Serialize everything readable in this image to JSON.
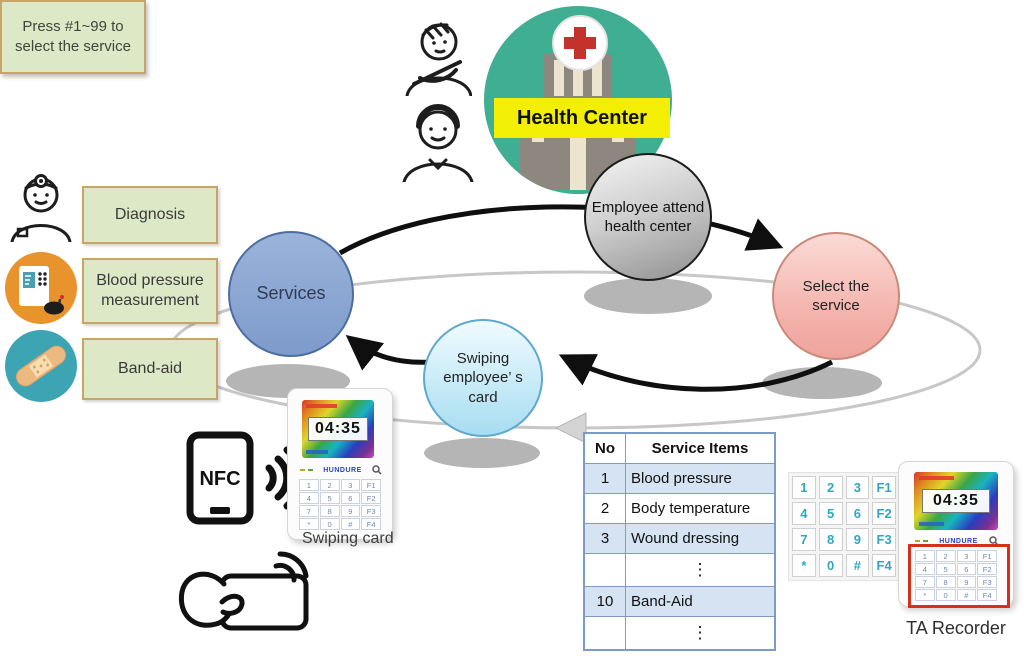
{
  "health_center": {
    "label": "Health Center"
  },
  "nodes": {
    "services": "Services",
    "employee": "Employee attend health center",
    "select": "Select the service",
    "swiping": "Swiping employee’ s card"
  },
  "service_boxes": [
    {
      "label": "Diagnosis"
    },
    {
      "label": "Blood pressure measurement"
    },
    {
      "label": "Band-aid"
    }
  ],
  "note": {
    "text": "Press #1~99 to select the service"
  },
  "table": {
    "headers": [
      "No",
      "Service Items"
    ],
    "rows": [
      {
        "no": "1",
        "item": "Blood pressure"
      },
      {
        "no": "2",
        "item": "Body temperature"
      },
      {
        "no": "3",
        "item": "Wound dressing"
      },
      {
        "no": "",
        "item": "⋮"
      },
      {
        "no": "10",
        "item": "Band-Aid"
      },
      {
        "no": "",
        "item": "⋮"
      }
    ]
  },
  "keypad": {
    "keys": [
      "1",
      "2",
      "3",
      "F1",
      "4",
      "5",
      "6",
      "F2",
      "7",
      "8",
      "9",
      "F3",
      "*",
      "0",
      "#",
      "F4"
    ]
  },
  "device": {
    "time": "04:35",
    "brand": "HUNDURE"
  },
  "labels": {
    "swiping_card": "Swiping card",
    "ta_recorder": "TA Recorder",
    "nfc": "NFC"
  },
  "colors": {
    "health_green": "#3fae93",
    "banner_yellow": "#f2ef05",
    "box_green": "#dde8c6",
    "box_border": "#c9a468",
    "services_blue": "#8fa9d6",
    "employee_gray": "#bdbdbd",
    "select_pink": "#f3b0a9",
    "swiping_blue": "#bfe6f5",
    "keypad_teal": "#2fa7c2",
    "highlight_red": "#d5301e",
    "table_border_blue": "#7a9cc6",
    "table_shade": "#d5e3f2"
  }
}
